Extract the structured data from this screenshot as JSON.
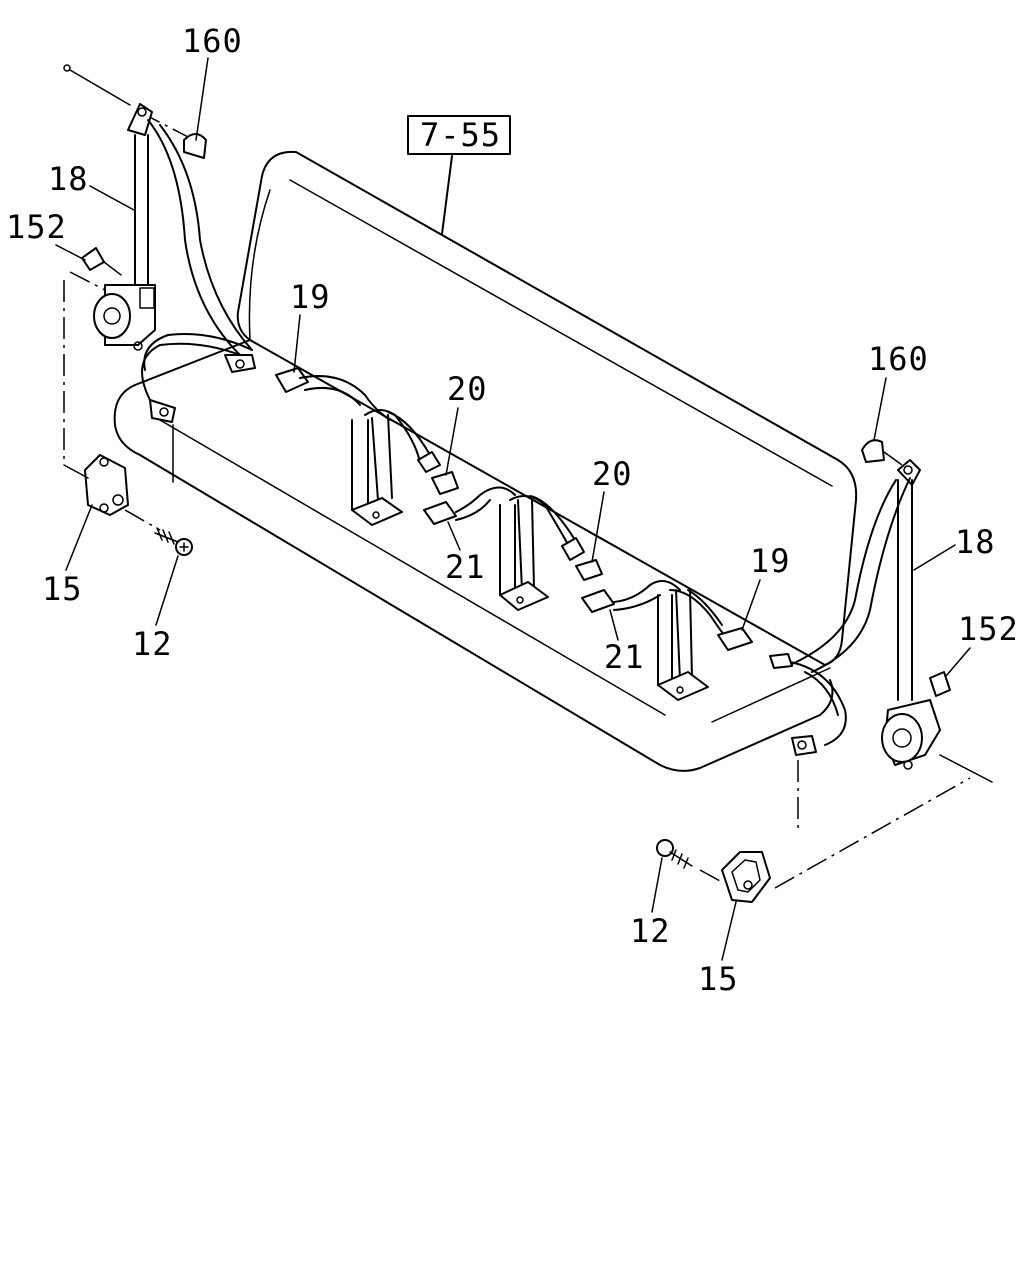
{
  "diagram": {
    "reference_box": "7-55",
    "callouts": {
      "left_160": "160",
      "left_18": "18",
      "left_152": "152",
      "left_15": "15",
      "left_12": "12",
      "mid_19_left": "19",
      "mid_20_left": "20",
      "mid_20_right": "20",
      "mid_21_left": "21",
      "mid_21_right": "21",
      "mid_19_right": "19",
      "right_160": "160",
      "right_18": "18",
      "right_152": "152",
      "right_12": "12",
      "right_15": "15"
    }
  }
}
